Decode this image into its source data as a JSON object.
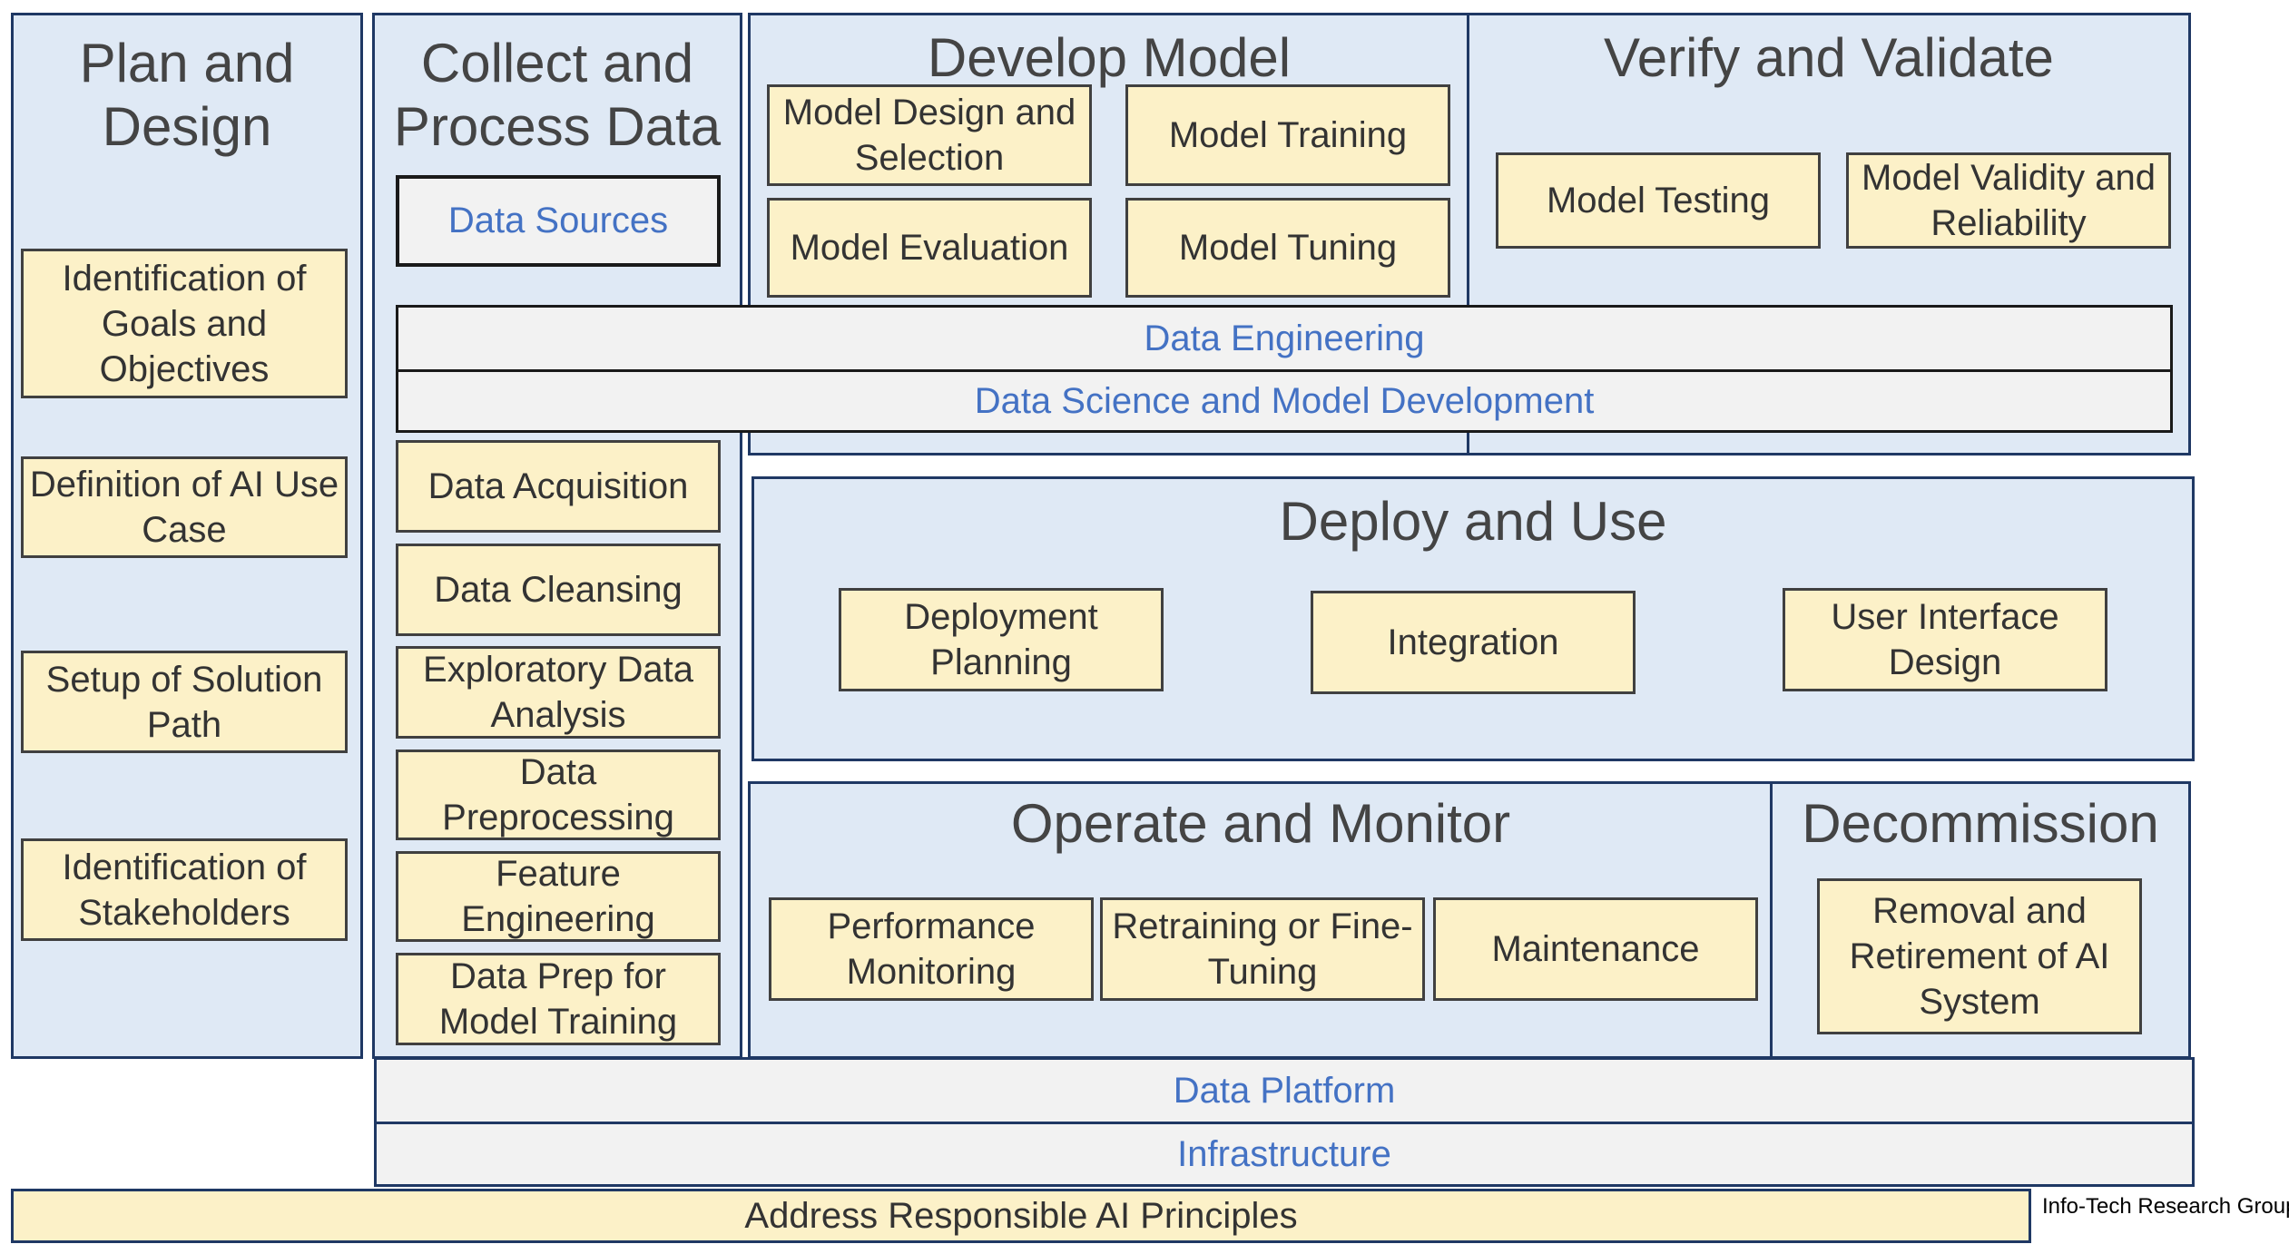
{
  "plan": {
    "title": "Plan and Design",
    "items": [
      "Identification of Goals and Objectives",
      "Definition of AI Use Case",
      "Setup of Solution Path",
      "Identification of Stakeholders"
    ]
  },
  "collect": {
    "title": "Collect and Process Data",
    "data_sources": "Data Sources",
    "items": [
      "Data Acquisition",
      "Data Cleansing",
      "Exploratory Data Analysis",
      "Data Preprocessing",
      "Feature Engineering",
      "Data Prep for Model Training"
    ]
  },
  "develop": {
    "title": "Develop Model",
    "items": [
      "Model Design and Selection",
      "Model Training",
      "Model Evaluation",
      "Model Tuning"
    ]
  },
  "verify": {
    "title": "Verify and Validate",
    "items": [
      "Model Testing",
      "Model Validity and Reliability"
    ]
  },
  "bars": {
    "data_engineering": "Data Engineering",
    "data_science": "Data Science and Model Development",
    "data_platform": "Data Platform",
    "infrastructure": "Infrastructure"
  },
  "deploy": {
    "title": "Deploy and Use",
    "items": [
      "Deployment Planning",
      "Integration",
      "User Interface Design"
    ]
  },
  "operate": {
    "title": "Operate and Monitor",
    "items": [
      "Performance Monitoring",
      "Retraining or Fine-Tuning",
      "Maintenance"
    ]
  },
  "decommission": {
    "title": "Decommission",
    "items": [
      "Removal and Retirement of AI System"
    ]
  },
  "footer": {
    "principles": "Address Responsible AI Principles",
    "credit": "Info-Tech Research Group"
  }
}
